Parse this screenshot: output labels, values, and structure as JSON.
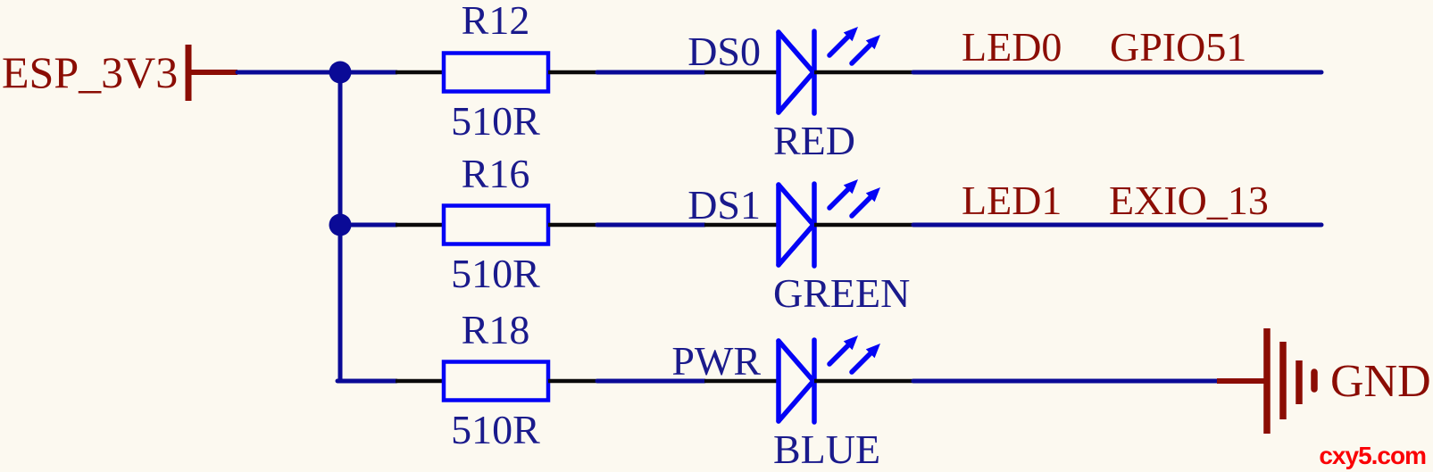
{
  "colors": {
    "background": "#FCF9F0",
    "wire": "#0A0A96",
    "component": "#0404F5",
    "designator_text": "#1A1A8C",
    "power_text": "#8B0D04",
    "pin": "#0A0A0A",
    "watermark": "#FA0206"
  },
  "power_port": {
    "label": "ESP_3V3"
  },
  "ground": {
    "label": "GND"
  },
  "rows": [
    {
      "resistor": {
        "designator": "R12",
        "value": "510R"
      },
      "led": {
        "designator": "DS0",
        "color": "RED"
      },
      "nets": {
        "left": "LED0",
        "right": "GPIO51"
      }
    },
    {
      "resistor": {
        "designator": "R16",
        "value": "510R"
      },
      "led": {
        "designator": "DS1",
        "color": "GREEN"
      },
      "nets": {
        "left": "LED1",
        "right": "EXIO_13"
      }
    },
    {
      "resistor": {
        "designator": "R18",
        "value": "510R"
      },
      "led": {
        "designator": "PWR",
        "color": "BLUE"
      },
      "nets": {
        "left": "",
        "right": ""
      }
    }
  ],
  "watermark": {
    "label": "cxy5.com"
  }
}
